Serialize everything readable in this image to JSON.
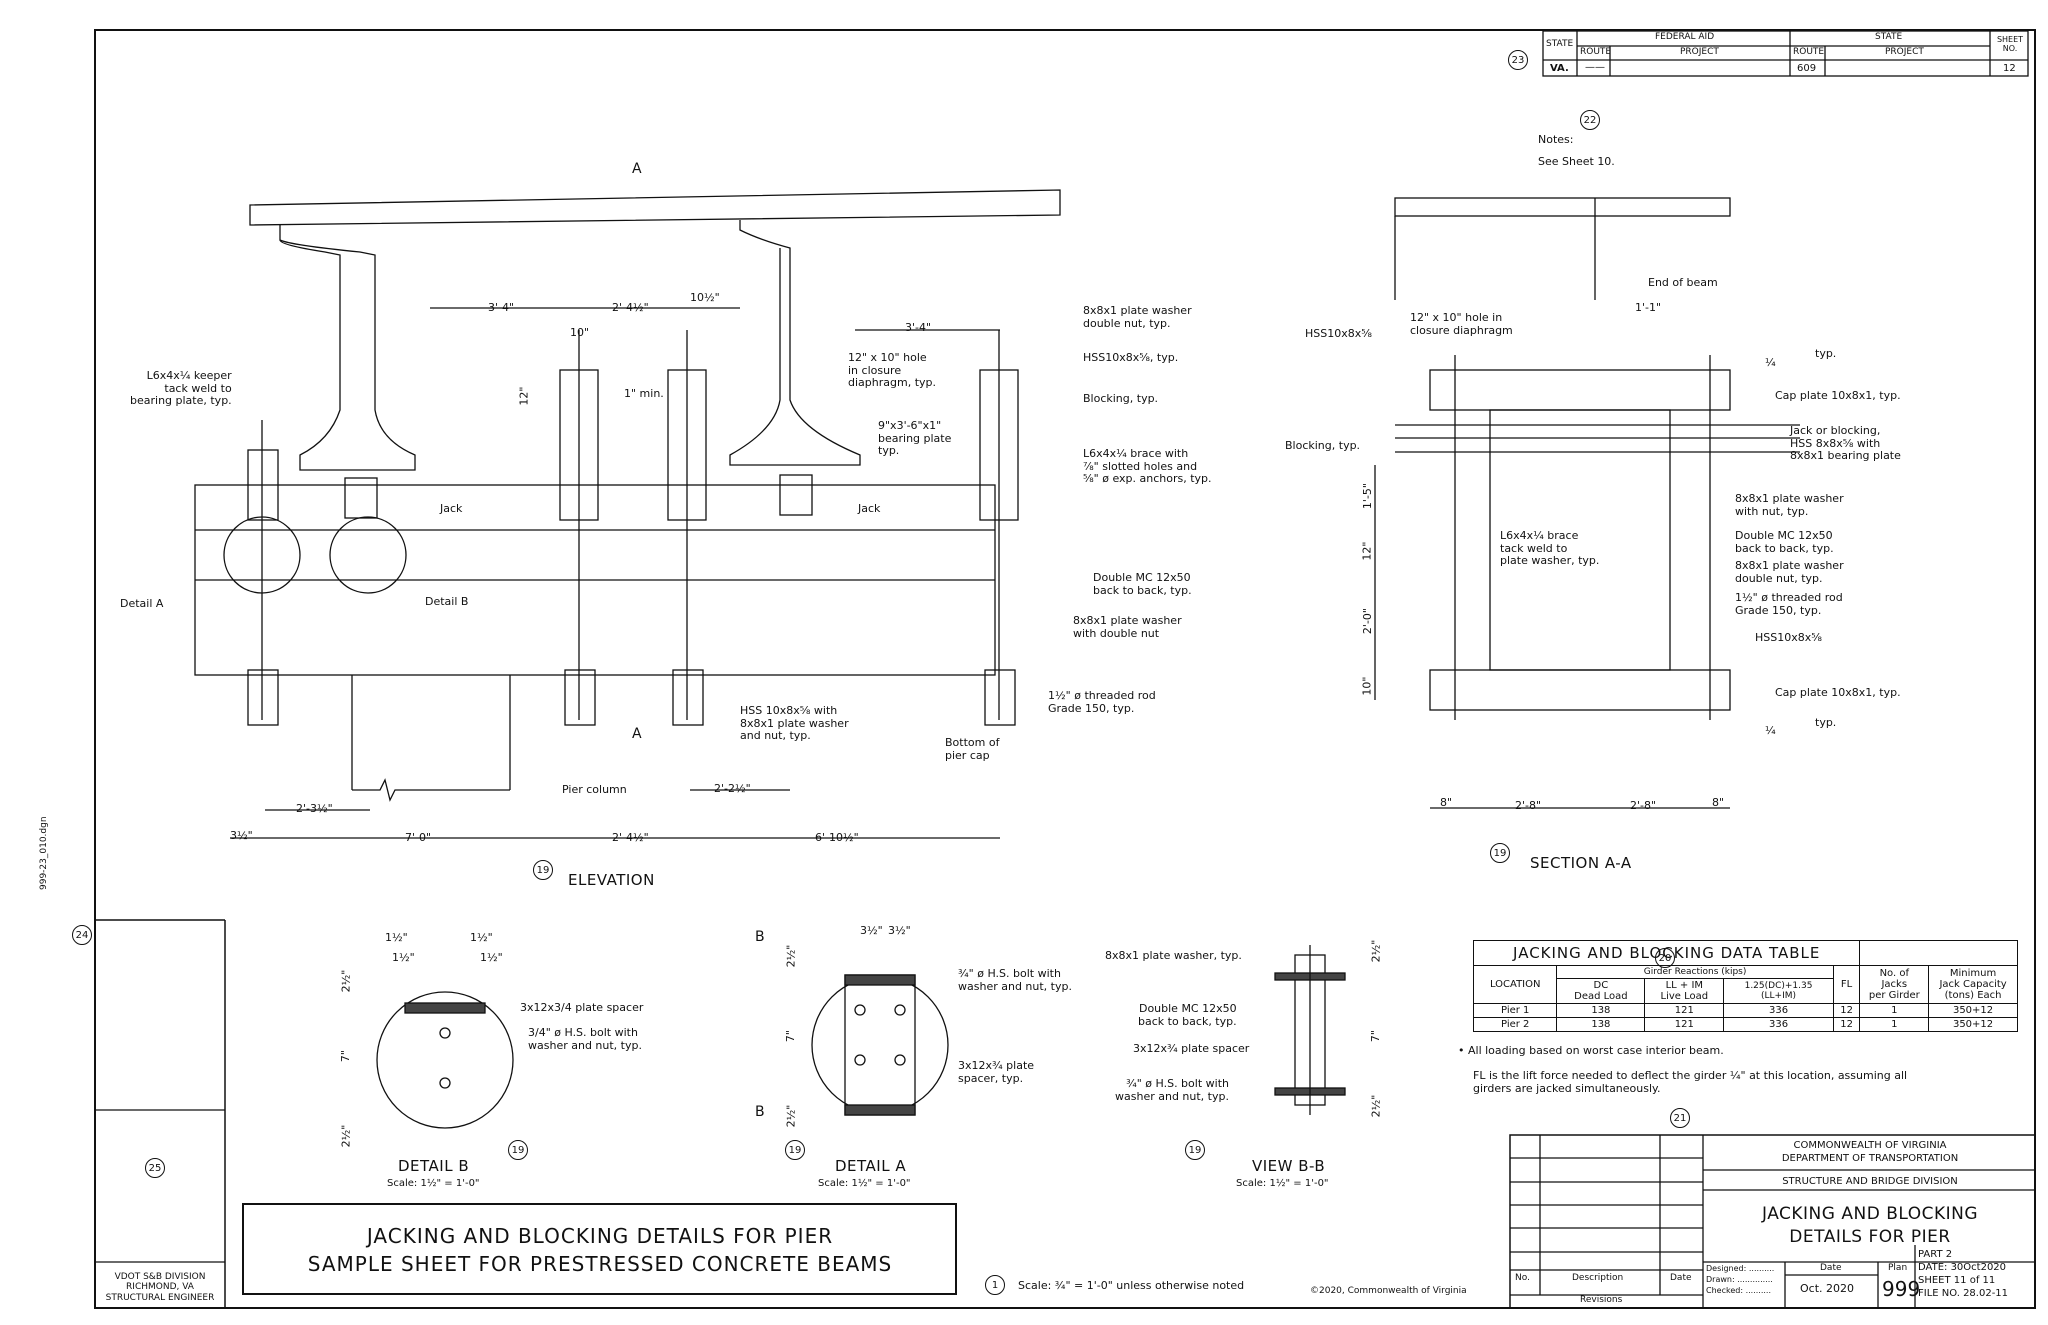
{
  "header": {
    "state_label": "STATE",
    "federal_aid": "FEDERAL AID",
    "state_group": "STATE",
    "sheet_no": "SHEET NO.",
    "route1": "ROUTE",
    "project1": "PROJECT",
    "route2": "ROUTE",
    "project2": "PROJECT",
    "state_val": "VA.",
    "route1_val": "——",
    "route2_val": "609",
    "sheet_val": "12"
  },
  "notes": {
    "title": "Notes:",
    "body": "See Sheet 10."
  },
  "markers": {
    "m19": "19",
    "m20": "20",
    "m21": "21",
    "m22": "22",
    "m23": "23",
    "m24": "24",
    "m25": "25",
    "m1": "1"
  },
  "elevation": {
    "title": "ELEVATION",
    "section_mark": "A",
    "dims": {
      "d1": "3'-4\"",
      "d2": "2'-4½\"",
      "d3": "10½\"",
      "d4": "3'-4\"",
      "d5": "10\"",
      "d6": "12\"",
      "d7": "1\" min.",
      "d8": "2'-3½\"",
      "d9": "2'-2½\"",
      "d10": "3½\"",
      "d11": "7'-0\"",
      "d12": "2'-4½\"",
      "d13": "6'-10½\""
    },
    "labels": {
      "keeper": "L6x4x¼ keeper\ntack weld to\nbearing plate, typ.",
      "washer": "8x8x1 plate washer\ndouble nut, typ.",
      "hss": "HSS10x8x⅝, typ.",
      "hole": "12\" x 10\" hole\nin closure\ndiaphragm, typ.",
      "blocking": "Blocking, typ.",
      "bearing": "9\"x3'-6\"x1\"\nbearing plate\ntyp.",
      "brace": "L6x4x¼ brace with\n⅞\" slotted holes and\n⅝\" ø exp. anchors, typ.",
      "jack1": "Jack",
      "jack2": "Jack",
      "detailA": "Detail A",
      "detailB": "Detail B",
      "channel": "Double MC 12x50\nback to back, typ.",
      "washer2": "8x8x1 plate washer\nwith double nut",
      "rod": "1½\" ø threaded rod\nGrade 150, typ.",
      "hss2": "HSS 10x8x⅝ with\n8x8x1 plate washer\nand nut, typ.",
      "bottom": "Bottom of\npier cap",
      "column": "Pier column"
    }
  },
  "section": {
    "title": "SECTION A-A",
    "labels": {
      "end": "End of beam",
      "d1": "1'-1\"",
      "hss": "HSS10x8x⅝",
      "hole": "12\" x 10\" hole in\nclosure diaphragm",
      "weld1": "¼",
      "typ1": "typ.",
      "cap1": "Cap plate 10x8x1, typ.",
      "jack": "Jack or blocking,\nHSS 8x8x⅝ with\n8x8x1 bearing plate",
      "blocking": "Blocking, typ.",
      "washer1": "8x8x1 plate washer\nwith nut, typ.",
      "brace": "L6x4x¼ brace\ntack weld to\nplate washer, typ.",
      "mc": "Double MC 12x50\nback to back, typ.",
      "washer2": "8x8x1 plate washer\ndouble nut, typ.",
      "rod": "1½\" ø threaded rod\nGrade 150, typ.",
      "hss2": "HSS10x8x⅝",
      "cap2": "Cap plate 10x8x1, typ.",
      "weld2": "¼",
      "typ2": "typ.",
      "v1": "1'-5\"",
      "v2": "12\"",
      "v3": "2'-0\"",
      "v4": "10\"",
      "h1": "8\"",
      "h2": "2'-8\"",
      "h3": "2'-8\"",
      "h4": "8\""
    }
  },
  "table": {
    "title": "JACKING AND BLOCKING DATA TABLE",
    "group": "Girder Reactions (kips)",
    "col_location": "LOCATION",
    "col_dc": "DC\nDead Load",
    "col_ll": "LL + IM\nLive Load",
    "col_combo": "1.25(DC)+1.35\n(LL+IM)",
    "col_fl": "FL",
    "col_jacks": "No. of\nJacks\nper Girder",
    "col_cap": "Minimum\nJack Capacity\n(tons) Each",
    "rows": [
      {
        "loc": "Pier 1",
        "dc": "138",
        "ll": "121",
        "combo": "336",
        "fl": "12",
        "jacks": "1",
        "cap": "350+12"
      },
      {
        "loc": "Pier 2",
        "dc": "138",
        "ll": "121",
        "combo": "336",
        "fl": "12",
        "jacks": "1",
        "cap": "350+12"
      }
    ],
    "note1": "• All loading based on worst case interior beam.",
    "note2": "FL is the lift force needed to deflect the girder ¼\" at this location, assuming all\ngirders are jacked simultaneously."
  },
  "detailB": {
    "title": "DETAIL B",
    "scale": "Scale: 1½\" = 1'-0\"",
    "d1": "1½\"",
    "d2": "1½\"",
    "d3": "1½\"",
    "d4": "1½\"",
    "d5": "2½\"",
    "d6": "7\"",
    "d7": "2½\"",
    "spacer": "3x12x3/4 plate spacer",
    "bolt": "3/4\" ø H.S. bolt with\nwasher and nut, typ."
  },
  "detailA": {
    "title": "DETAIL A",
    "scale": "Scale: 1½\" = 1'-0\"",
    "mark_top": "B",
    "mark_bot": "B",
    "d1": "3½\"",
    "d2": "3½\"",
    "d3": "2½\"",
    "d4": "7\"",
    "d5": "2½\"",
    "bolt": "¾\" ø H.S. bolt with\nwasher and nut, typ.",
    "spacer": "3x12x¾ plate\nspacer, typ."
  },
  "viewBB": {
    "title": "VIEW B-B",
    "scale": "Scale: 1½\" = 1'-0\"",
    "washer": "8x8x1 plate washer, typ.",
    "mc": "Double MC 12x50\nback to back, typ.",
    "spacer": "3x12x¾ plate spacer",
    "bolt": "¾\" ø H.S. bolt with\nwasher and nut, typ.",
    "d1": "2½\"",
    "d2": "7\"",
    "d3": "2½\""
  },
  "title_block": {
    "line1": "JACKING AND BLOCKING DETAILS FOR PIER",
    "line2": "SAMPLE SHEET FOR PRESTRESSED CONCRETE BEAMS"
  },
  "left_block": {
    "division": "VDOT S&B DIVISION\nRICHMOND, VA\nSTRUCTURAL ENGINEER",
    "file": "999-23_010.dgn"
  },
  "footer": {
    "scale_note": "Scale: ¾\" = 1'-0\" unless otherwise noted",
    "copyright": "©2020, Commonwealth of Virginia"
  },
  "sheet_block": {
    "agency1": "COMMONWEALTH OF VIRGINIA",
    "agency2": "DEPARTMENT OF TRANSPORTATION",
    "division": "STRUCTURE AND BRIDGE DIVISION",
    "title1": "JACKING AND BLOCKING",
    "title2": "DETAILS FOR PIER",
    "no": "No.",
    "description": "Description",
    "date": "Date",
    "revisions": "Revisions",
    "designed": "Designed: ..........",
    "drawn": "Drawn: ..............",
    "checked": "Checked: ..........",
    "date_label": "Date",
    "date_val": "Oct. 2020",
    "plan_label": "Plan",
    "plan_val": "999",
    "part": "PART 2",
    "date2": "DATE: 30Oct2020",
    "sheet": "SHEET 11 of 11",
    "fileno": "FILE NO. 28.02-11"
  }
}
